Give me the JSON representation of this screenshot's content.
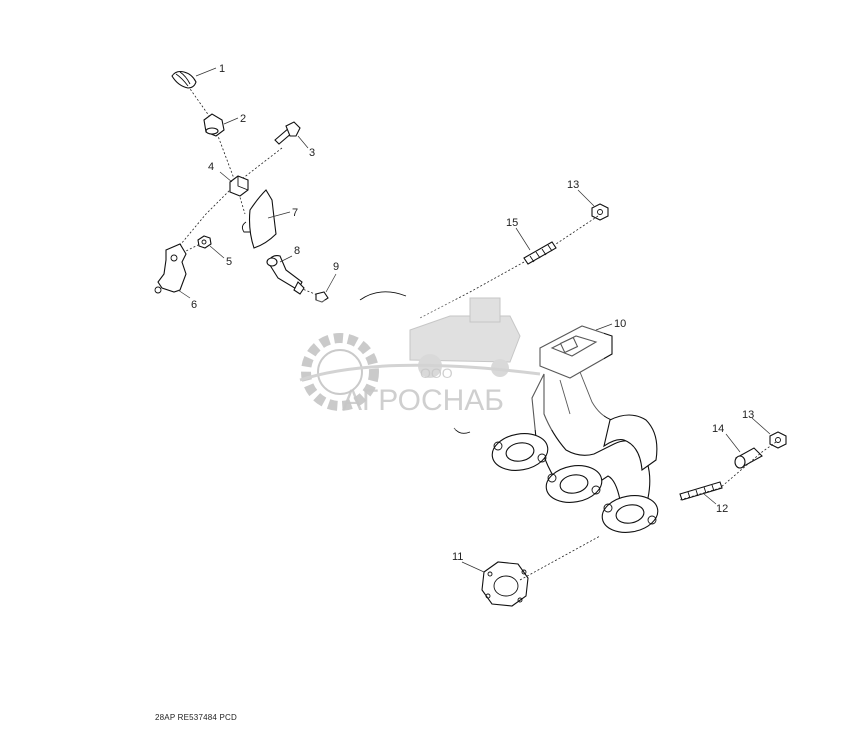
{
  "diagram": {
    "callouts": [
      "1",
      "2",
      "3",
      "4",
      "5",
      "6",
      "7",
      "8",
      "9",
      "10",
      "11",
      "12",
      "13",
      "14",
      "15"
    ],
    "footer_code": "28AP  RE537484  PCD"
  },
  "watermark": {
    "company_prefix": "ООО",
    "company_name": "АГРОСНАБ"
  }
}
